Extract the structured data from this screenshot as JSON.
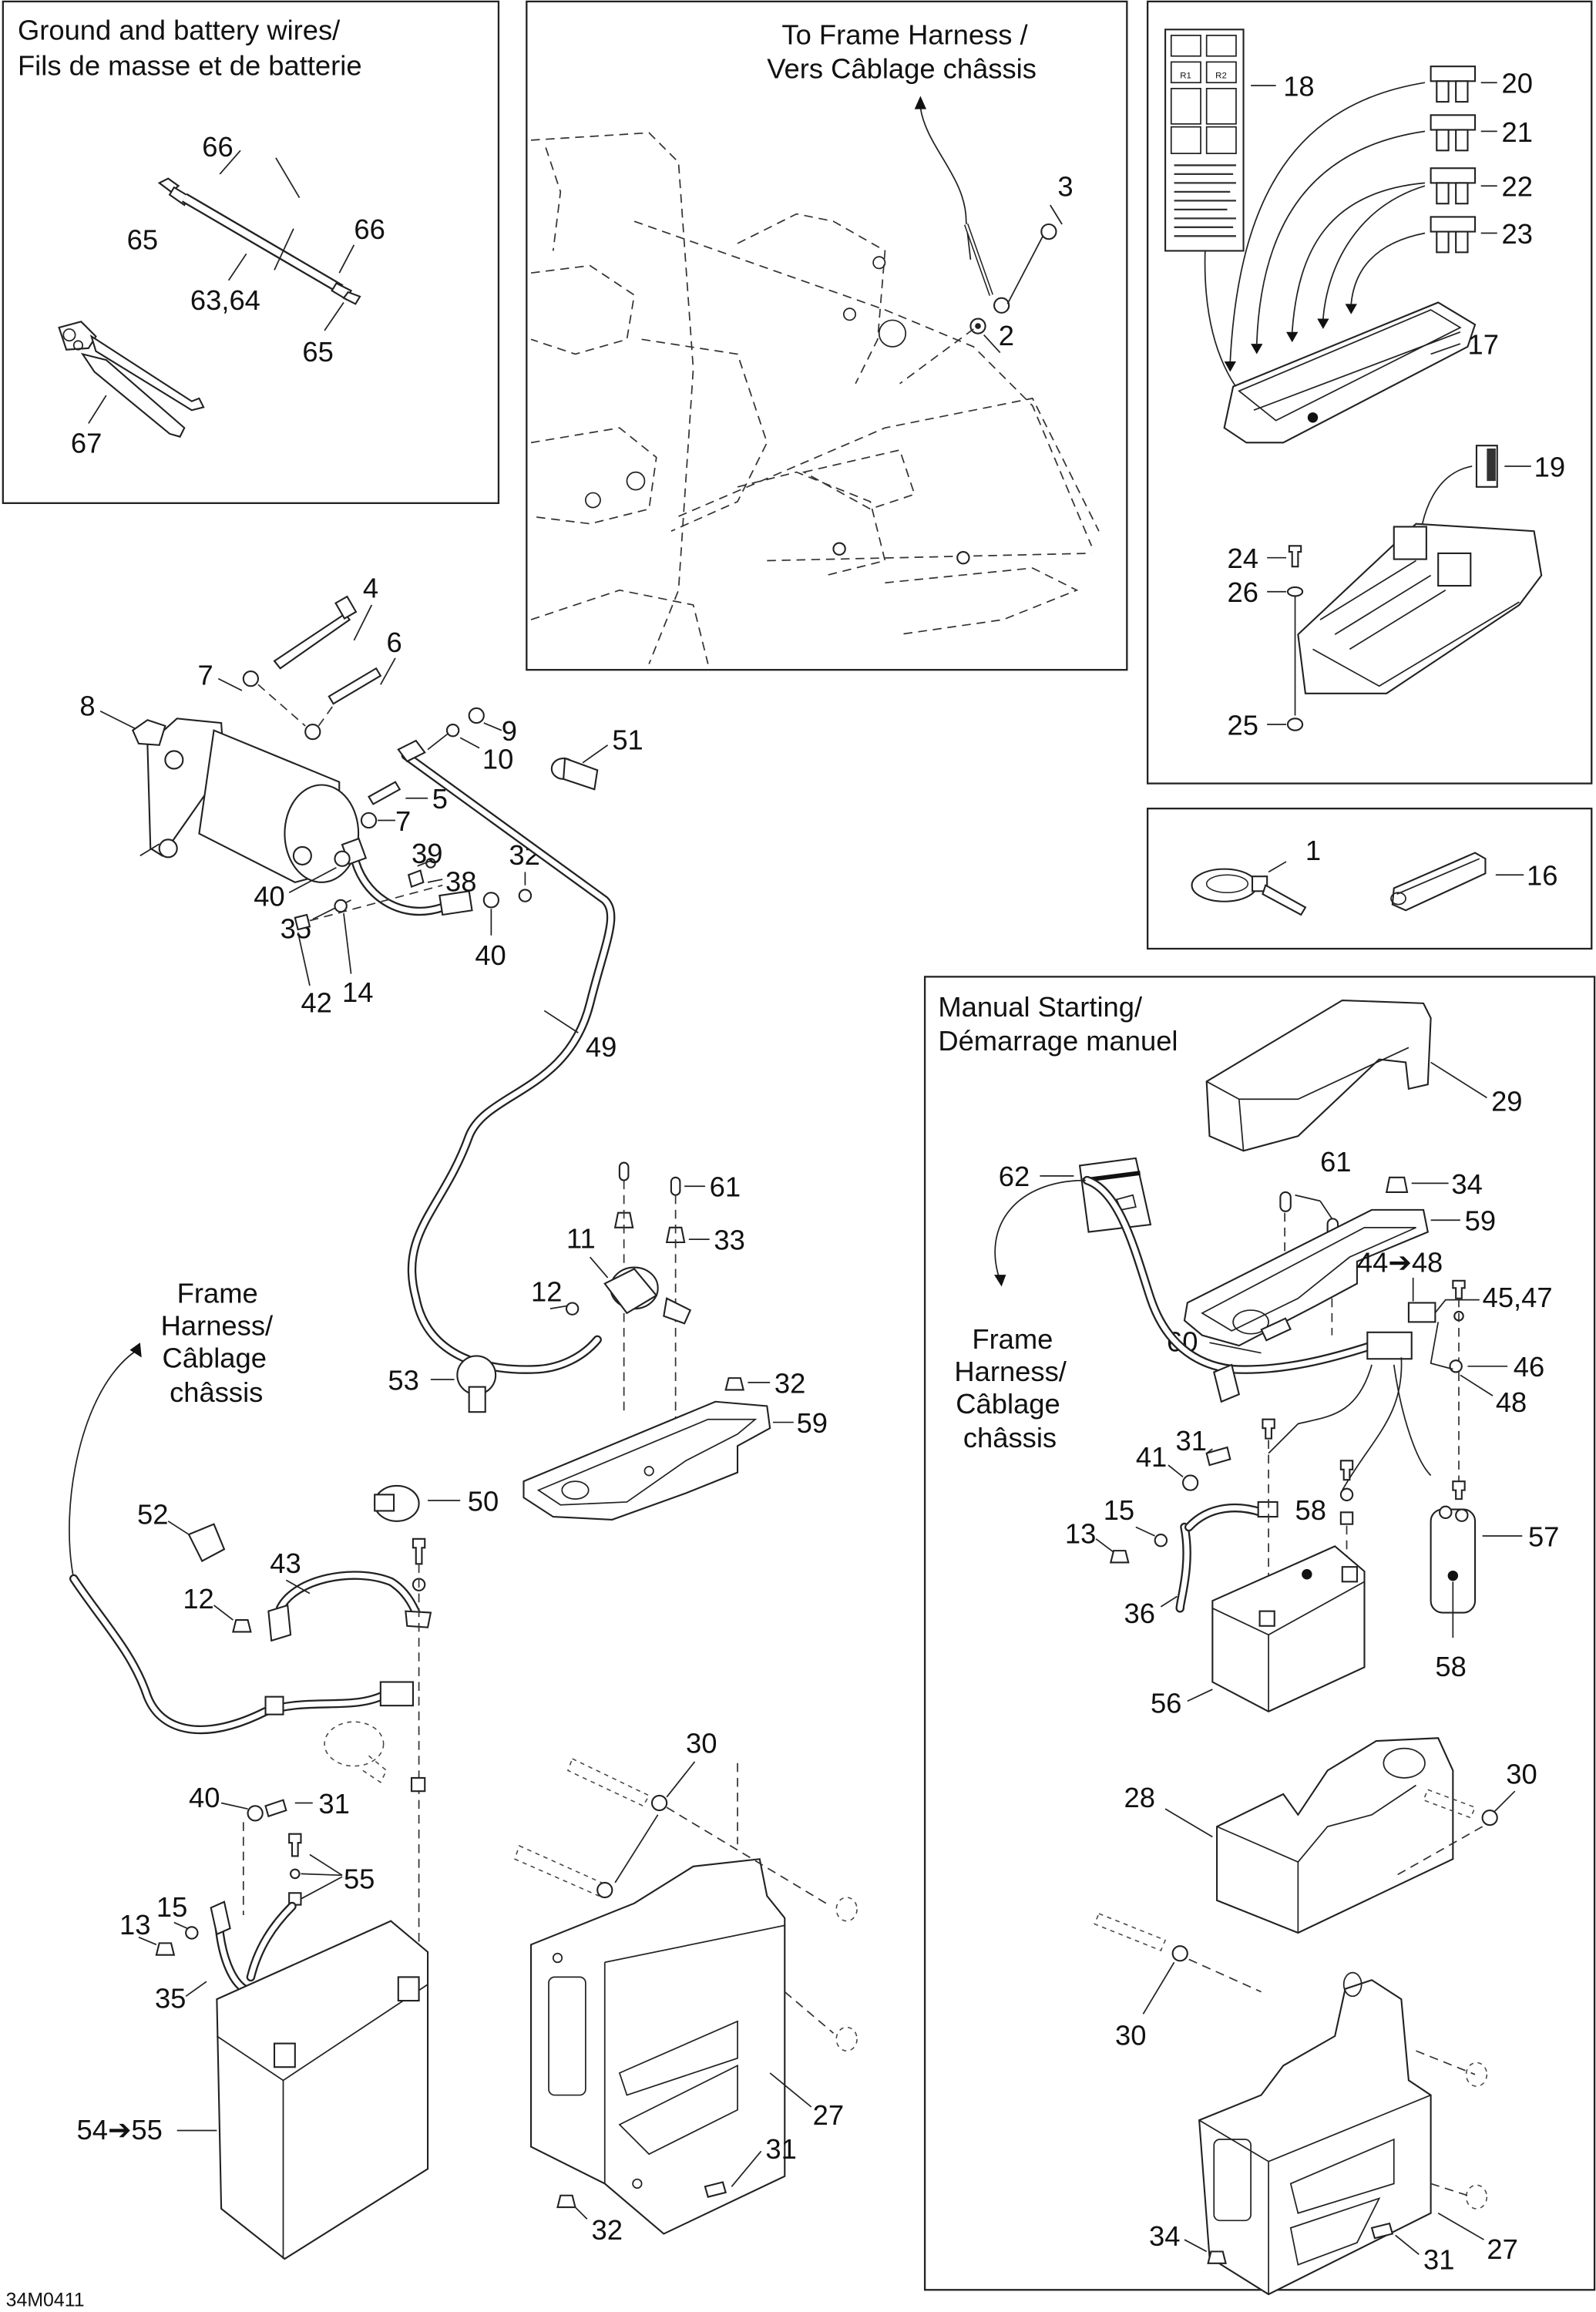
{
  "diagram": {
    "title": "Electrical system - battery, starter, fuse box exploded parts diagram",
    "drawing_id": "34M0411",
    "panels": {
      "ground_battery_wires": {
        "title_line1": "Ground and battery wires/",
        "title_line2": "Fils de masse et de batterie",
        "callouts": [
          "66",
          "65",
          "63,64",
          "66",
          "65",
          "67"
        ]
      },
      "frame": {
        "title_line1": "To Frame Harness /",
        "title_line2": "Vers Câblage châssis",
        "callouts": [
          "3",
          "2"
        ]
      },
      "fuse_box": {
        "callouts": [
          "18",
          "20",
          "21",
          "22",
          "23",
          "17",
          "19",
          "24",
          "26",
          "25"
        ],
        "relay_labels": [
          "R1",
          "R2"
        ]
      },
      "ties": {
        "callouts": [
          "1",
          "16"
        ]
      },
      "starter": {
        "callouts": [
          "4",
          "7",
          "6",
          "8",
          "9",
          "10",
          "51",
          "5",
          "7",
          "39",
          "32",
          "40",
          "38",
          "35",
          "40",
          "42",
          "14",
          "49"
        ]
      },
      "solenoid": {
        "callouts": [
          "61",
          "33",
          "11",
          "12",
          "53",
          "32",
          "59",
          "50",
          "52",
          "43",
          "12"
        ],
        "frame_harness_line1": "Frame",
        "frame_harness_line2": "Harness/",
        "frame_harness_line3": "Câblage",
        "frame_harness_line4": "châssis"
      },
      "battery": {
        "callouts": [
          "40",
          "31",
          "55",
          "15",
          "13",
          "35",
          "54➔55",
          "30",
          "27",
          "31",
          "32"
        ]
      },
      "manual_starting": {
        "title_line1": "Manual Starting/",
        "title_line2": "Démarrage manuel",
        "frame_harness_line1": "Frame",
        "frame_harness_line2": "Harness/",
        "frame_harness_line3": "Câblage",
        "frame_harness_line4": "châssis",
        "callouts": [
          "29",
          "62",
          "61",
          "34",
          "59",
          "44➔48",
          "45,47",
          "60",
          "46",
          "48",
          "31",
          "41",
          "15",
          "58",
          "57",
          "13",
          "36",
          "58",
          "56",
          "28",
          "30",
          "30",
          "27",
          "34",
          "31"
        ]
      }
    }
  }
}
